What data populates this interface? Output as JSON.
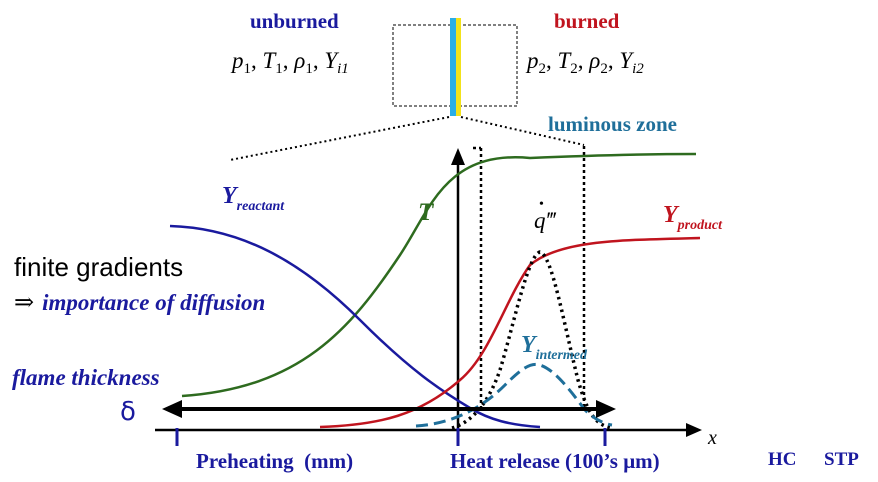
{
  "colors": {
    "blue": "#1a1a9e",
    "navy": "#1a1a8c",
    "red": "#c0141e",
    "green": "#2e6b1f",
    "teal": "#1f6f9a",
    "cyan": "#29aee6",
    "yellow": "#f2e21a",
    "black": "#000000"
  },
  "top": {
    "unburned_label": "unburned",
    "burned_label": "burned",
    "unburned_state": [
      "p",
      "1",
      ", ",
      "T",
      "1",
      ", ",
      "ρ",
      "1",
      ", ",
      "Y",
      "i1"
    ],
    "burned_state": [
      "p",
      "2",
      ", ",
      "T",
      "2",
      ", ",
      "ρ",
      "2",
      ", ",
      "Y",
      "i2"
    ],
    "luminous_zone": "luminous zone"
  },
  "curves": {
    "y_reactant": {
      "base": "Y",
      "sub": "reactant"
    },
    "temperature": "T",
    "q_dot": "q‴",
    "y_product": {
      "base": "Y",
      "sub": "product"
    },
    "y_intermed": {
      "base": "Y",
      "sub": "intermed"
    }
  },
  "left_text": {
    "finite_gradients": "finite gradients",
    "arrow_symbol": "⇒",
    "importance": "importance of diffusion",
    "flame_thickness": "flame thickness",
    "delta": "δ"
  },
  "axis": {
    "x_label": "x"
  },
  "bottom": {
    "preheating": "Preheating  (mm)",
    "heat_release": "Heat release (100’s μm)",
    "hc": "HC",
    "stp": "STP"
  }
}
